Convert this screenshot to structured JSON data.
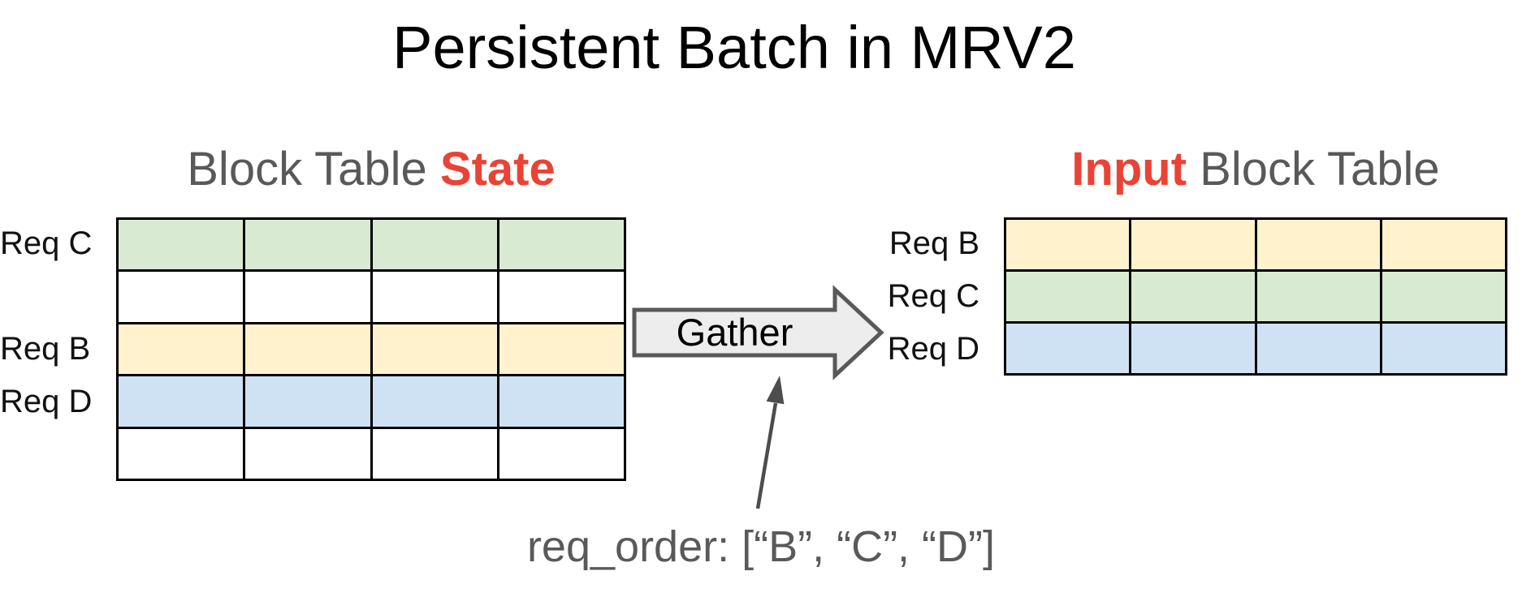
{
  "title": "Persistent Batch in MRV2",
  "colors": {
    "accent_red": "#EA4335",
    "heading_gray": "#595959",
    "row_green": "#D9EAD3",
    "row_yellow": "#FFF2CC",
    "row_blue": "#CFE2F3",
    "row_white": "#FFFFFF",
    "grid_border": "#000000",
    "arrow_fill": "#EDEDED",
    "arrow_stroke": "#58595B",
    "pointer_color": "#4D4D4D"
  },
  "left_section": {
    "heading_plain": "Block Table ",
    "heading_accent": "State",
    "row_labels": {
      "c": "Req C",
      "b": "Req B",
      "d": "Req D"
    },
    "rows": [
      {
        "color": "#D9EAD3"
      },
      {
        "color": "#FFFFFF"
      },
      {
        "color": "#FFF2CC"
      },
      {
        "color": "#CFE2F3"
      },
      {
        "color": "#FFFFFF"
      }
    ]
  },
  "right_section": {
    "heading_accent": "Input",
    "heading_plain": " Block Table",
    "row_labels": {
      "b": "Req B",
      "c": "Req C",
      "d": "Req D"
    },
    "rows": [
      {
        "color": "#FFF2CC"
      },
      {
        "color": "#D9EAD3"
      },
      {
        "color": "#CFE2F3"
      }
    ]
  },
  "gather": {
    "label": "Gather"
  },
  "annotation": {
    "text": "req_order: [“B”, “C”, “D”]"
  }
}
